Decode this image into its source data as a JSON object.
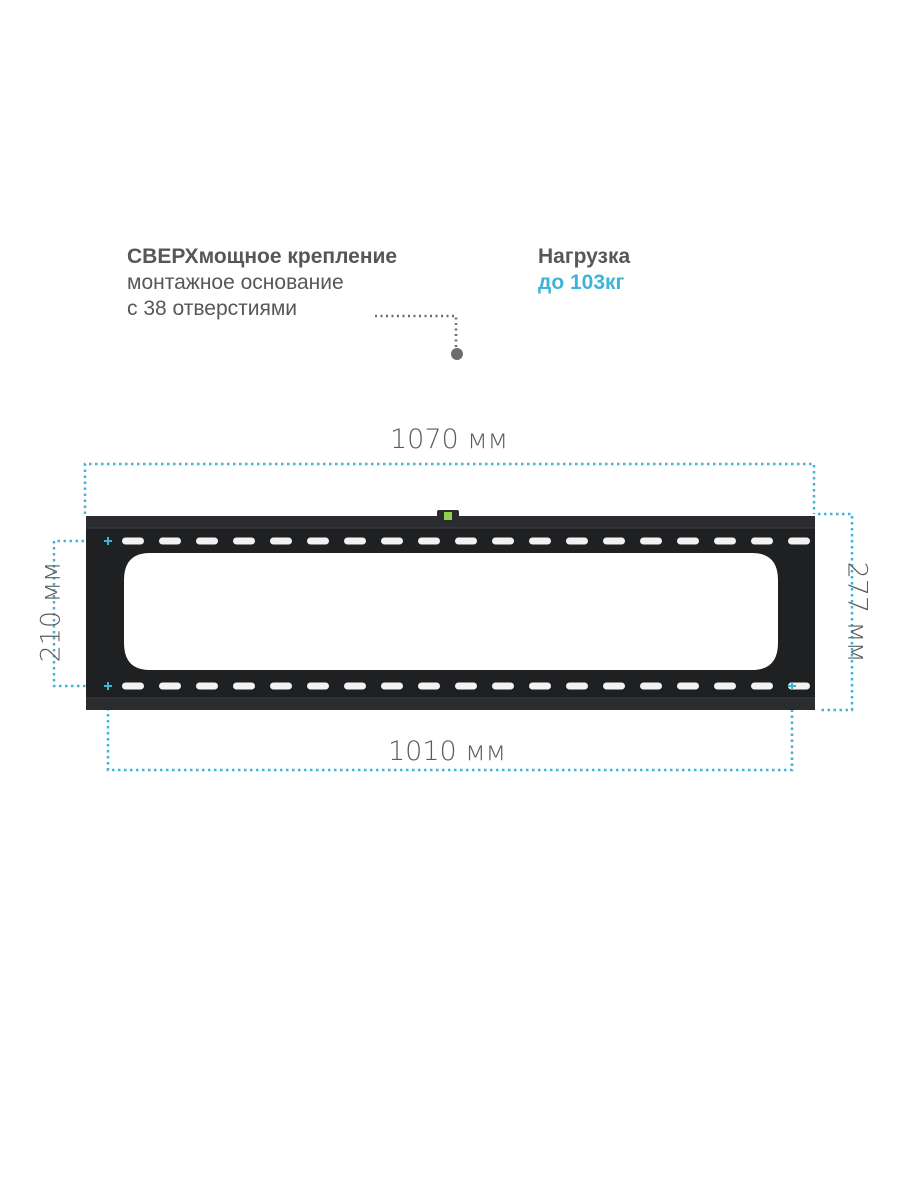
{
  "headline": {
    "bold": "СВЕРХ",
    "rest": "мощное крепление",
    "line2": "монтажное основание",
    "line3": "с 38 отверстиями"
  },
  "load": {
    "label": "Нагрузка",
    "value": "до 103кг"
  },
  "dimensions": {
    "top": "1070 мм",
    "bottom": "1010 мм",
    "left": "210 мм",
    "right": "277 мм"
  },
  "colors": {
    "accent": "#3fb4d6",
    "text": "#555759",
    "plate": "#1f2022"
  }
}
